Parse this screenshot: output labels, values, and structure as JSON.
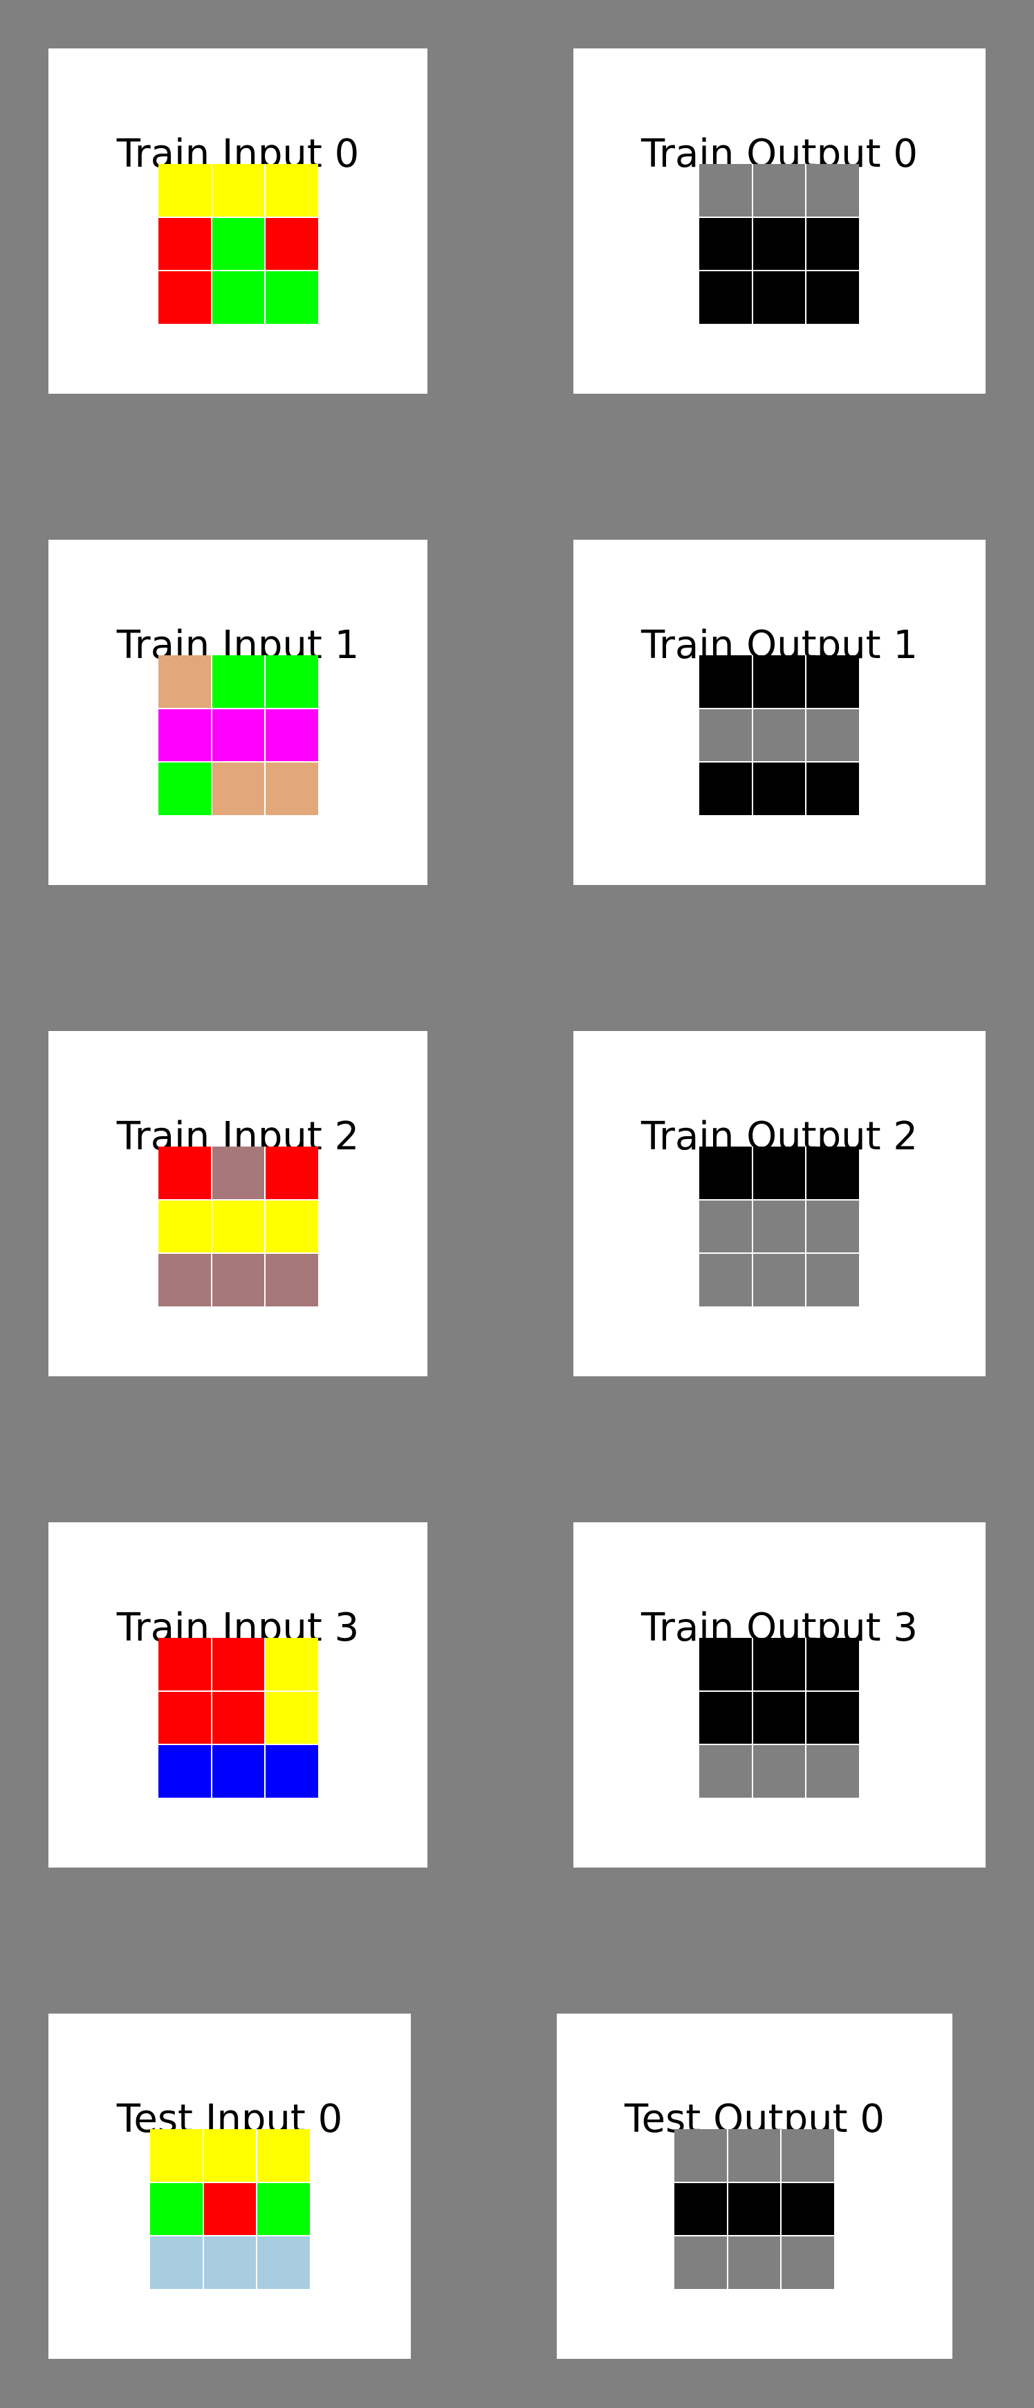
{
  "palette": {
    "yellow": "#ffff00",
    "red": "#ff0000",
    "green": "#00ff00",
    "black": "#000000",
    "gray": "#808080",
    "tan": "#e2a87a",
    "magenta": "#ff00ff",
    "mauve": "#a6787a",
    "blue": "#0000ff",
    "lightblue": "#a8cde2"
  },
  "pairs": [
    {
      "input": {
        "title": "Train Input 0",
        "grid": [
          [
            "yellow",
            "yellow",
            "yellow"
          ],
          [
            "red",
            "green",
            "red"
          ],
          [
            "red",
            "green",
            "green"
          ]
        ]
      },
      "output": {
        "title": "Train Output 0",
        "grid": [
          [
            "gray",
            "gray",
            "gray"
          ],
          [
            "black",
            "black",
            "black"
          ],
          [
            "black",
            "black",
            "black"
          ]
        ]
      }
    },
    {
      "input": {
        "title": "Train Input 1",
        "grid": [
          [
            "tan",
            "green",
            "green"
          ],
          [
            "magenta",
            "magenta",
            "magenta"
          ],
          [
            "green",
            "tan",
            "tan"
          ]
        ]
      },
      "output": {
        "title": "Train Output 1",
        "grid": [
          [
            "black",
            "black",
            "black"
          ],
          [
            "gray",
            "gray",
            "gray"
          ],
          [
            "black",
            "black",
            "black"
          ]
        ]
      }
    },
    {
      "input": {
        "title": "Train Input 2",
        "grid": [
          [
            "red",
            "mauve",
            "red"
          ],
          [
            "yellow",
            "yellow",
            "yellow"
          ],
          [
            "mauve",
            "mauve",
            "mauve"
          ]
        ]
      },
      "output": {
        "title": "Train Output 2",
        "grid": [
          [
            "black",
            "black",
            "black"
          ],
          [
            "gray",
            "gray",
            "gray"
          ],
          [
            "gray",
            "gray",
            "gray"
          ]
        ]
      }
    },
    {
      "input": {
        "title": "Train Input 3",
        "grid": [
          [
            "red",
            "red",
            "yellow"
          ],
          [
            "red",
            "red",
            "yellow"
          ],
          [
            "blue",
            "blue",
            "blue"
          ]
        ]
      },
      "output": {
        "title": "Train Output 3",
        "grid": [
          [
            "black",
            "black",
            "black"
          ],
          [
            "black",
            "black",
            "black"
          ],
          [
            "gray",
            "gray",
            "gray"
          ]
        ]
      }
    },
    {
      "input": {
        "title": "Test Input 0",
        "grid": [
          [
            "yellow",
            "yellow",
            "yellow"
          ],
          [
            "green",
            "red",
            "green"
          ],
          [
            "lightblue",
            "lightblue",
            "lightblue"
          ]
        ]
      },
      "output": {
        "title": "Test Output 0",
        "grid": [
          [
            "gray",
            "gray",
            "gray"
          ],
          [
            "black",
            "black",
            "black"
          ],
          [
            "gray",
            "gray",
            "gray"
          ]
        ]
      }
    }
  ]
}
